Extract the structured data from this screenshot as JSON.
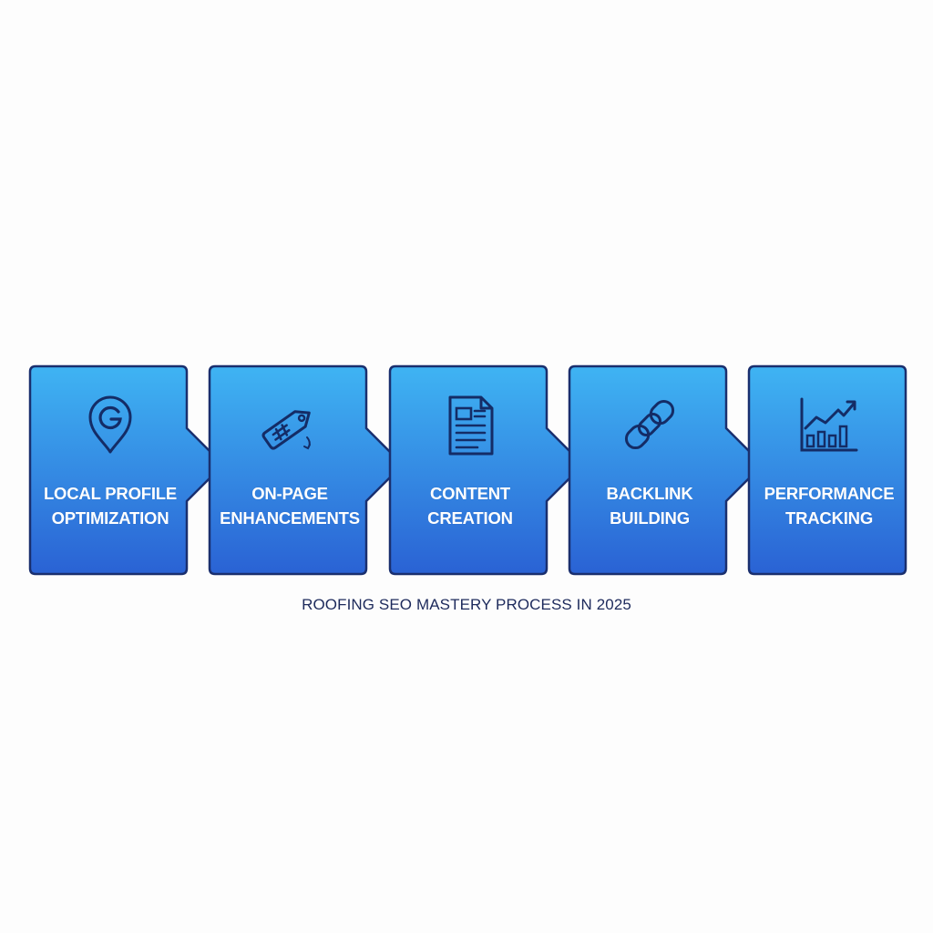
{
  "colors": {
    "box_top": "#3fb4f3",
    "box_bottom": "#2a64d6",
    "border": "#1a2f6e",
    "icon_stroke": "#142c66",
    "caption": "#1d2a5c"
  },
  "steps": [
    {
      "label": "LOCAL PROFILE\nOPTIMIZATION",
      "icon": "google-map-pin-icon"
    },
    {
      "label": "ON-PAGE\nENHANCEMENTS",
      "icon": "hashtag-price-tag-icon"
    },
    {
      "label": "CONTENT\nCREATION",
      "icon": "document-icon"
    },
    {
      "label": "BACKLINK\nBUILDING",
      "icon": "chain-link-icon"
    },
    {
      "label": "PERFORMANCE\nTRACKING",
      "icon": "growth-chart-icon"
    }
  ],
  "caption": "ROOFING SEO MASTERY PROCESS IN 2025"
}
